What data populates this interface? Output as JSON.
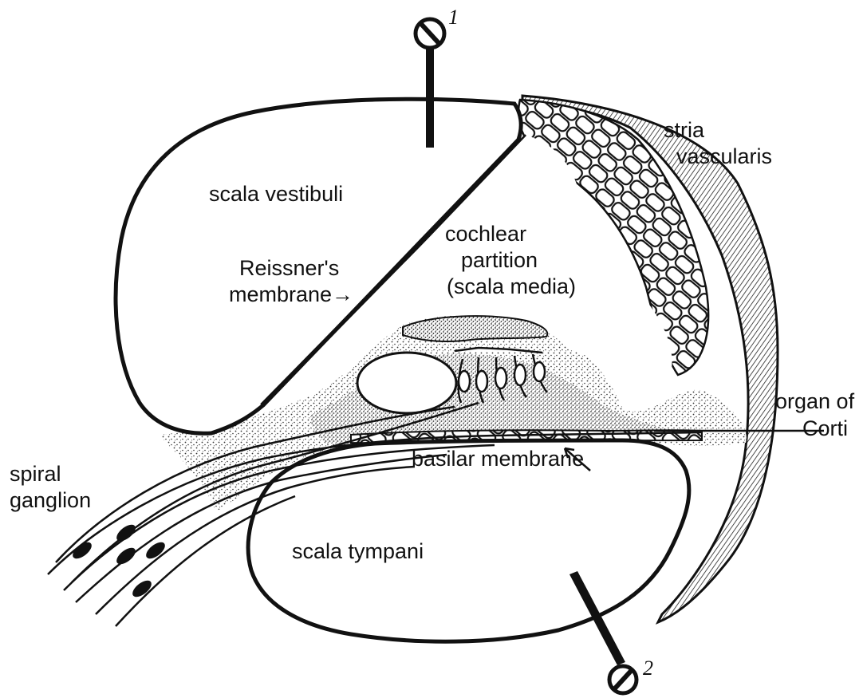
{
  "figure": {
    "labels": {
      "scala_vestibuli": "scala vestibuli",
      "reissner_line1": "Reissner's",
      "reissner_line2": "membrane→",
      "cochlear_line1": "cochlear",
      "cochlear_line2": "partition",
      "cochlear_line3": "(scala media)",
      "stria_line1": "stria",
      "stria_line2": "vascularis",
      "organ_line1": "organ of",
      "organ_line2": "Corti",
      "spiral_line1": "spiral",
      "spiral_line2": "ganglion",
      "basilar": "basilar membrane",
      "scala_tympani": "scala tympani"
    },
    "electrodes": [
      {
        "number": "1"
      },
      {
        "number": "2"
      }
    ],
    "colors": {
      "ink": "#111111",
      "paper": "#ffffff",
      "stipple": "#555555"
    }
  }
}
